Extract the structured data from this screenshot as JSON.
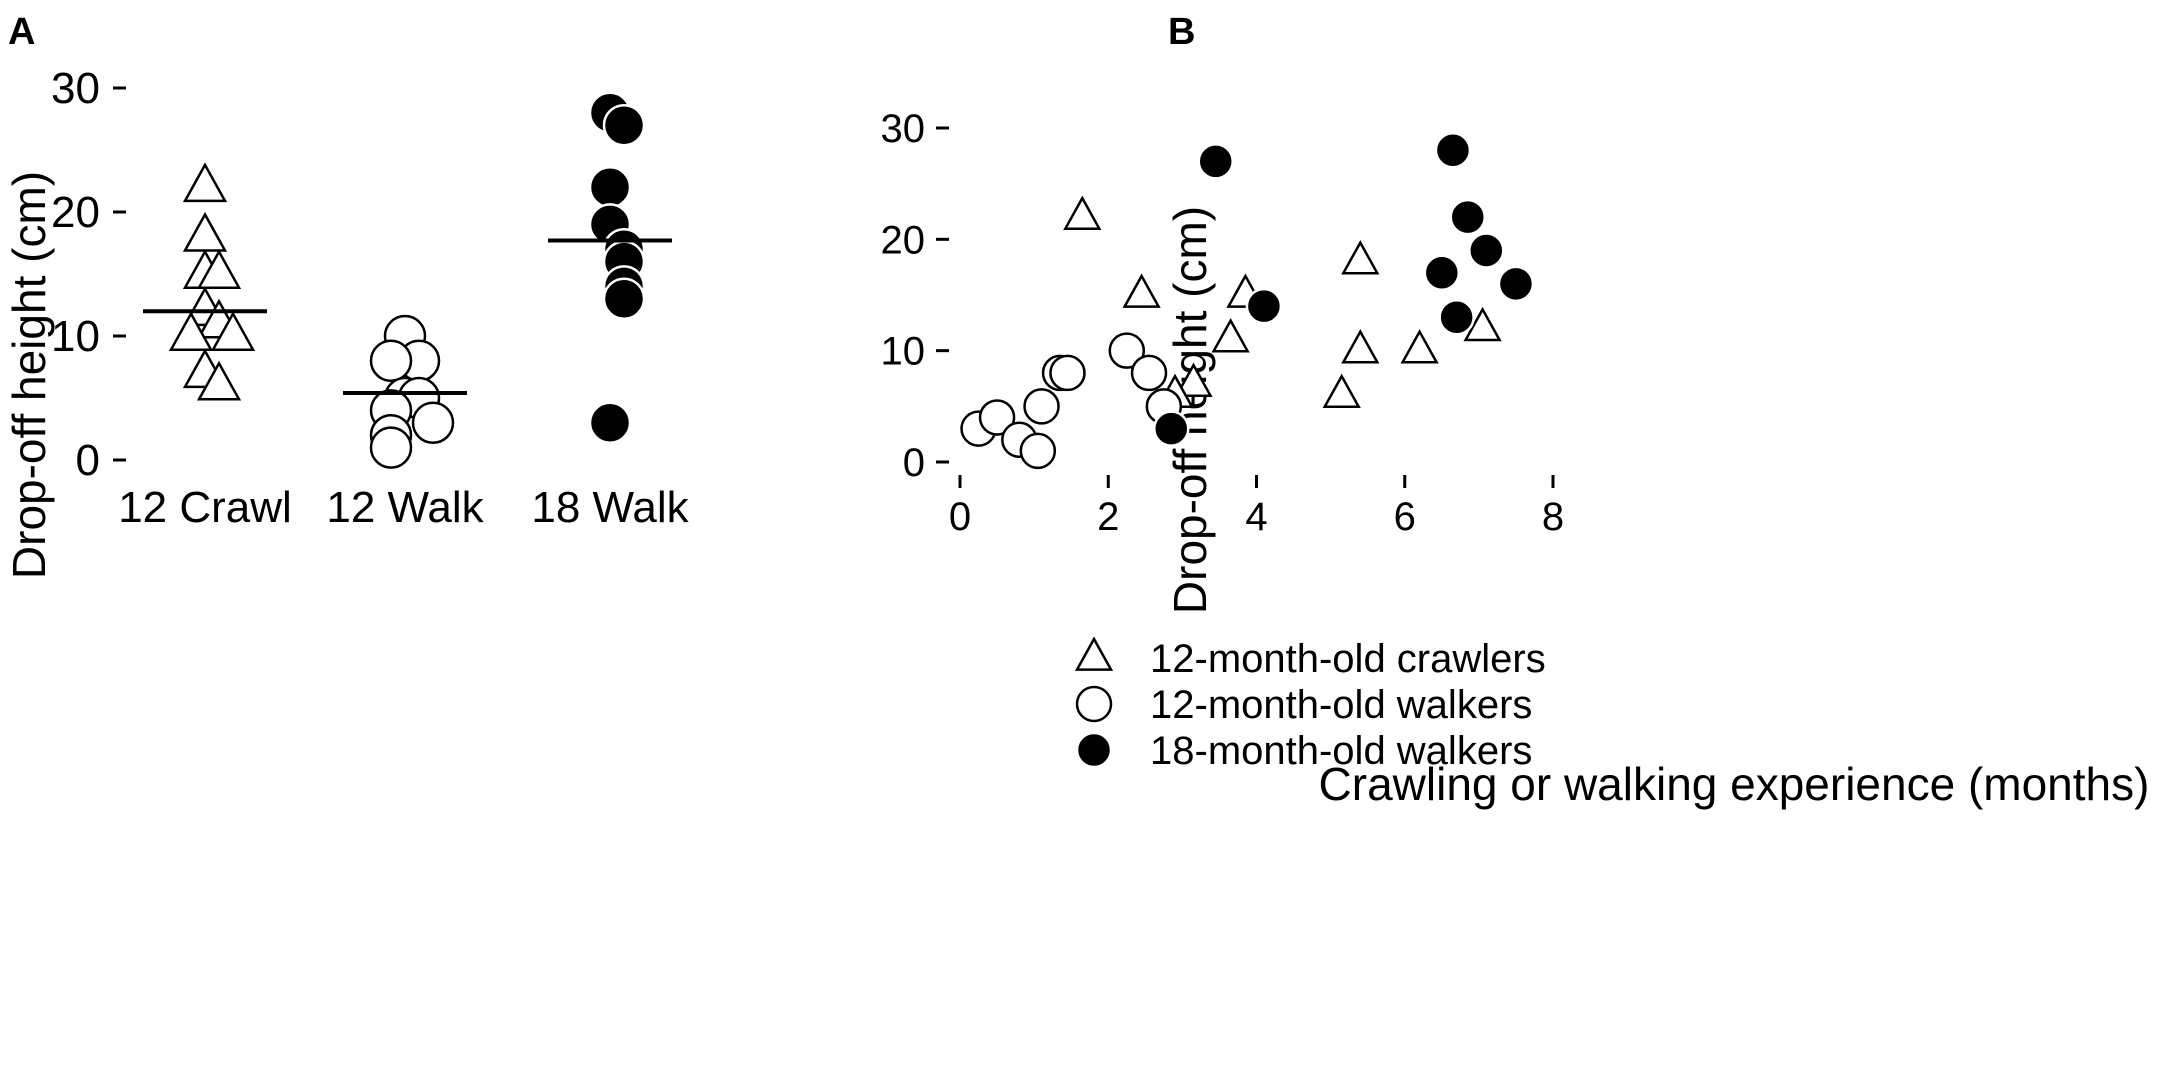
{
  "chart_data": [
    {
      "panel": "A",
      "type": "scatter",
      "ylabel": "Drop-off height (cm)",
      "xlabel": "",
      "ylim": [
        0,
        30
      ],
      "yticks": [
        0,
        10,
        20,
        30
      ],
      "categories": [
        "12 Crawl",
        "12 Walk",
        "18 Walk"
      ],
      "means": [
        12.0,
        5.4,
        17.7
      ],
      "series": [
        {
          "name": "12-month-old crawlers",
          "category": "12 Crawl",
          "marker": "triangle-open",
          "values": [
            22,
            18,
            15,
            15,
            12,
            11,
            10,
            10,
            7,
            6
          ]
        },
        {
          "name": "12-month-old walkers",
          "category": "12 Walk",
          "marker": "circle-open",
          "values": [
            10,
            8,
            8,
            5,
            5,
            4,
            3,
            2,
            1
          ]
        },
        {
          "name": "18-month-old walkers",
          "category": "18 Walk",
          "marker": "circle-filled",
          "values": [
            28,
            27,
            22,
            19,
            17,
            16,
            14,
            13,
            3
          ]
        }
      ]
    },
    {
      "panel": "B",
      "type": "scatter",
      "xlabel": "Crawling or walking experience (months)",
      "ylabel": "Drop-off height (cm)",
      "xlim": [
        0,
        8
      ],
      "ylim": [
        0,
        30
      ],
      "xticks": [
        0,
        2,
        4,
        6,
        8
      ],
      "yticks": [
        0,
        10,
        20,
        30
      ],
      "series": [
        {
          "name": "12-month-old crawlers",
          "marker": "triangle-open",
          "points": [
            [
              1.65,
              22
            ],
            [
              2.45,
              15
            ],
            [
              3.85,
              15
            ],
            [
              3.65,
              11
            ],
            [
              3.15,
              7
            ],
            [
              2.9,
              6
            ],
            [
              5.4,
              18
            ],
            [
              5.4,
              10
            ],
            [
              5.15,
              6
            ],
            [
              6.2,
              10
            ],
            [
              7.05,
              12
            ]
          ]
        },
        {
          "name": "12-month-old walkers",
          "marker": "circle-open",
          "points": [
            [
              0.25,
              3
            ],
            [
              0.5,
              4
            ],
            [
              0.8,
              2
            ],
            [
              1.05,
              1
            ],
            [
              1.1,
              5
            ],
            [
              1.35,
              8
            ],
            [
              1.45,
              8
            ],
            [
              2.25,
              10
            ],
            [
              2.55,
              8
            ],
            [
              2.75,
              5
            ]
          ]
        },
        {
          "name": "18-month-old walkers",
          "marker": "circle-filled",
          "points": [
            [
              3.45,
              27
            ],
            [
              2.85,
              3
            ],
            [
              4.1,
              14
            ],
            [
              6.65,
              28
            ],
            [
              6.85,
              22
            ],
            [
              7.1,
              19
            ],
            [
              6.5,
              17
            ],
            [
              7.5,
              16
            ],
            [
              6.7,
              13
            ]
          ]
        }
      ]
    }
  ],
  "legend": {
    "position": "bottom-right",
    "items": [
      {
        "label": "12-month-old crawlers",
        "marker": "triangle-open"
      },
      {
        "label": "12-month-old walkers",
        "marker": "circle-open"
      },
      {
        "label": "18-month-old walkers",
        "marker": "circle-filled"
      }
    ]
  },
  "colors": {
    "ink": "#000000",
    "fill_open": "#ffffff"
  }
}
